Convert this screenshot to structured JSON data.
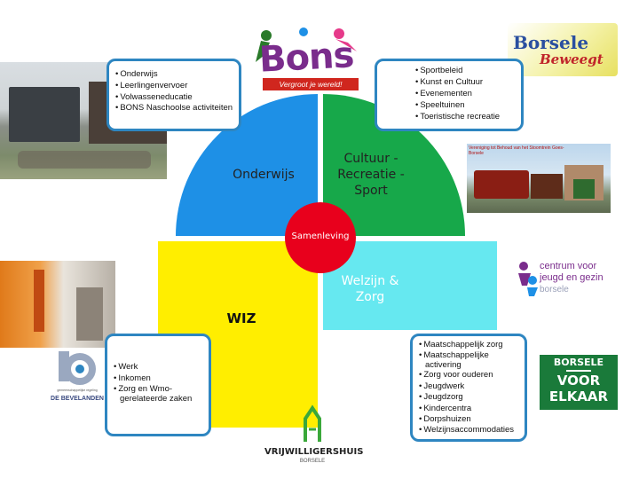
{
  "quadrants": {
    "top_left": {
      "label": "Onderwijs",
      "color": "#1e90e6"
    },
    "top_right": {
      "label": "Cultuur - Recreatie - Sport",
      "color": "#17a84a"
    },
    "bottom_left": {
      "label": "WIZ",
      "color": "#ffee00"
    },
    "bottom_right": {
      "label": "Welzijn & Zorg",
      "color": "#66e8f0"
    }
  },
  "center": {
    "label": "Samenleving",
    "color": "#e8001c"
  },
  "boxes": {
    "top_left": [
      "Onderwijs",
      "Leerlingenvervoer",
      "Volwasseneducatie",
      "BONS Naschoolse activiteiten"
    ],
    "top_right": [
      "Sportbeleid",
      "Kunst en Cultuur",
      "Evenementen",
      "Speeltuinen",
      "Toeristische recreatie"
    ],
    "bottom_left": [
      "Werk",
      "Inkomen",
      "Zorg en Wmo-gerelateerde zaken"
    ],
    "bottom_right": [
      "Maatschappelijk zorg",
      "Maatschappelijke activering",
      "Zorg voor ouderen",
      "Jeugdwerk",
      "Jeugdzorg",
      "Kindercentra",
      "Dorpshuizen",
      "Welzijnsaccommodaties"
    ]
  },
  "logos": {
    "bons": {
      "name": "Bons",
      "tagline": "Vergroot je wereld!"
    },
    "borsele_beweegt": {
      "line1": "Borsele",
      "line2": "Beweegt"
    },
    "train_banner": "Vereniging tot Behoud van het Stoomtrein Goes-Borsele",
    "cjg": {
      "line1": "centrum voor",
      "line2": "jeugd en gezin",
      "line3": "borsele"
    },
    "bevelanden": {
      "small": "gemeenschappelijke regeling",
      "name": "DE BEVELANDEN"
    },
    "vrijwilligershuis": {
      "name": "VRIJWILLIGERSHUIS",
      "sub": "BORSELE"
    },
    "borsele_voor_elkaar": {
      "line1": "BORSELE",
      "line2": "VOOR",
      "line3": "ELKAAR"
    }
  }
}
